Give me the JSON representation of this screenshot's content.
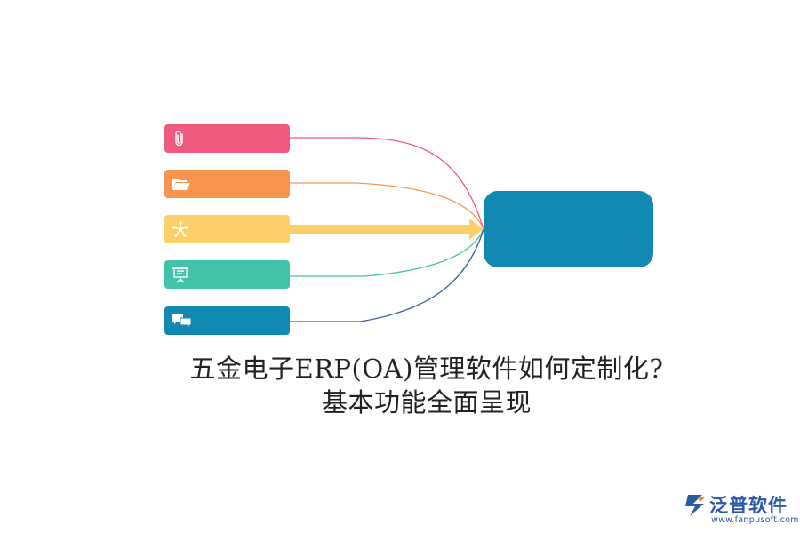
{
  "diagram": {
    "branches": [
      {
        "name": "attachment",
        "icon": "paperclip-icon",
        "color": "#f05a7e"
      },
      {
        "name": "folder",
        "icon": "folder-open-icon",
        "color": "#f99551"
      },
      {
        "name": "network",
        "icon": "network-icon",
        "color": "#fdcf68"
      },
      {
        "name": "presentation",
        "icon": "presentation-board-icon",
        "color": "#42c3a8"
      },
      {
        "name": "chat",
        "icon": "chat-bubbles-icon",
        "color": "#1289b3"
      }
    ],
    "hub_color": "#1289b3",
    "highlight_branch": "network"
  },
  "caption": {
    "line1": "五金电子ERP(OA)管理软件如何定制化?",
    "line2": "基本功能全面呈现"
  },
  "watermark": {
    "name": "泛普软件",
    "url": "www.fanpusoft.com",
    "color": "#2b5aa4"
  }
}
